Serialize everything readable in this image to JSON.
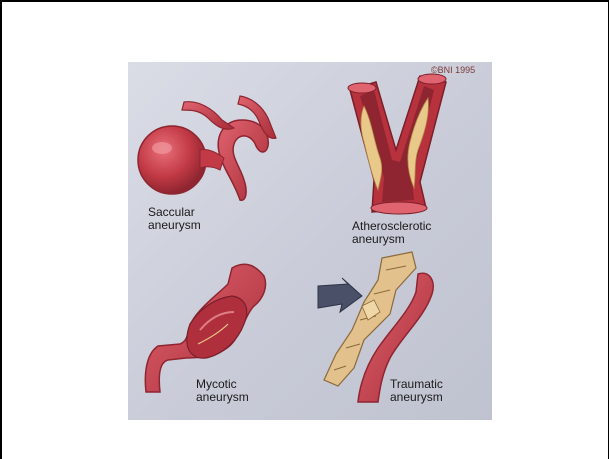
{
  "copyright": "©BNI 1995",
  "labels": {
    "saccular": [
      "Saccular",
      "aneurysm"
    ],
    "atherosclerotic": [
      "Atherosclerotic",
      "aneurysm"
    ],
    "mycotic": [
      "Mycotic",
      "aneurysm"
    ],
    "traumatic": [
      "Traumatic",
      "aneurysm"
    ]
  },
  "colors": {
    "vessel": "#c8434c",
    "vessel_dark": "#8e2530",
    "plaque": "#e8c98a",
    "bone": "#e2c18c",
    "arrow": "#4a5068",
    "panel": "#cfd1dc"
  }
}
